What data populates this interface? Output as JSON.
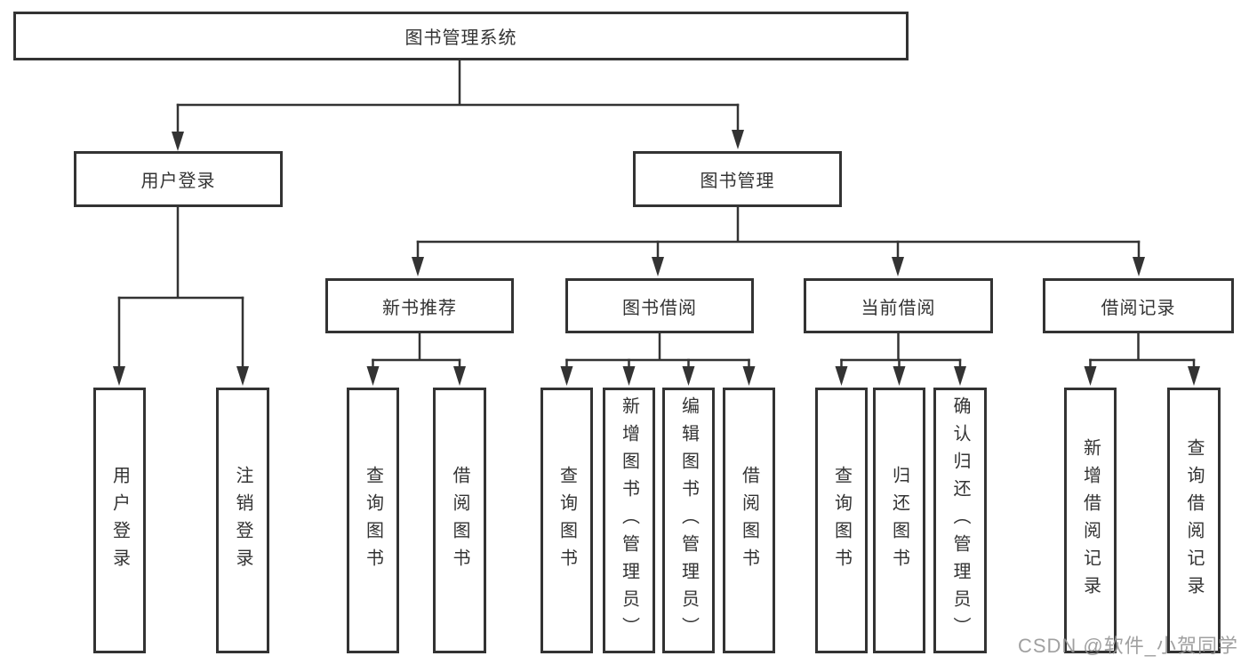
{
  "diagram": {
    "root": "图书管理系统",
    "level2": [
      "用户登录",
      "图书管理"
    ],
    "login_children": [
      "用户登录",
      "注销登录"
    ],
    "level3": [
      {
        "label": "新书推荐",
        "children": [
          "查询图书",
          "借阅图书"
        ]
      },
      {
        "label": "图书借阅",
        "children": [
          "查询图书",
          "新增图书（管理员）",
          "编辑图书（管理员）",
          "借阅图书"
        ]
      },
      {
        "label": "当前借阅",
        "children": [
          "查询图书",
          "归还图书",
          "确认归还（管理员）"
        ]
      },
      {
        "label": "借阅记录",
        "children": [
          "新增借阅记录",
          "查询借阅记录"
        ]
      }
    ]
  },
  "watermark": "CSDN @软件_小贺同学",
  "colors": {
    "line": "#333333",
    "text": "#333333",
    "background": "#ffffff",
    "box_fill": "#ffffff",
    "watermark": "#969696"
  }
}
